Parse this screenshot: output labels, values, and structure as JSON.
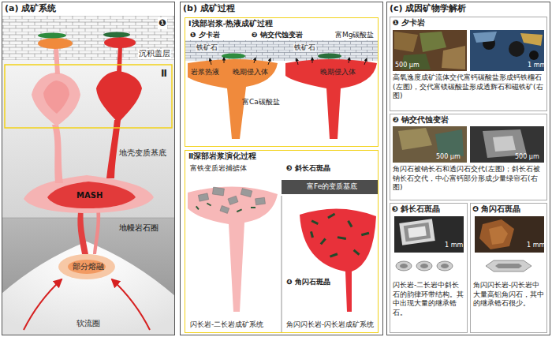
{
  "diagram": {
    "nodes": [
      {
        "text": [
          "(a) 成矿系统"
        ]
      },
      {
        "text": [
          "(b) 成矿过程"
        ]
      },
      {
        "text": [
          "Ⅰ浅部岩浆-热液成矿过程"
        ],
        "in": 1
      },
      {
        "text": [
          "Ⅱ深部岩浆演化过程"
        ],
        "in": 1
      },
      {
        "text": [
          "(c) 成因矿物学解析"
        ]
      },
      {
        "text": [
          "❶ 夕卡岩",
          "高氧逸度成矿流体交代富钙碳酸盐形成钙铁榴石(左图)，交代富镁碳酸盐形成透辉石和磁铁矿(右图)"
        ],
        "in": 4
      },
      {
        "text": [
          "❷ 钠交代蚀变岩",
          "角闪石被钠长石和透闪石交代(左图)；斜长石被钠长石交代，中心富钙部分形成少量绿帘石(右图)"
        ],
        "in": 4
      },
      {
        "text": [
          "❸ 斜长石斑晶",
          "闪长岩-二长岩中斜长石的韵律环带结构。其中出现大量的继承锆石。"
        ],
        "in": 4
      },
      {
        "text": [
          "❹ 角闪石斑晶",
          "角闪闪长岩-闪长岩中大量高铝角闪石，其中的继承锆石很少。"
        ],
        "in": 4
      }
    ],
    "labels": [
      "❶",
      "沉积盖层",
      "Ⅱ",
      "地壳变质基底",
      "MASH",
      "地幔岩石圈",
      "部分熔融",
      "软流圈",
      "❶ 夕卡岩",
      "❷ 钠交代蚀变岩",
      "富Mg碳酸盐",
      "铁矿石",
      "铁矿石",
      "岩浆热液",
      "晚期侵入体",
      "晚期侵入体",
      "富Ca碳酸盐",
      "富铁变质岩捕掳体",
      "❸ 斜长石斑晶",
      "富Fe的变质基底",
      "❹ 角闪石斑晶",
      "闪长岩-二长岩成矿系统",
      "角闪闪长岩-闪长岩成矿系统",
      "500 µm",
      "1 mm",
      "500 µm",
      "500 µm",
      "1 mm",
      "1 mm"
    ]
  }
}
